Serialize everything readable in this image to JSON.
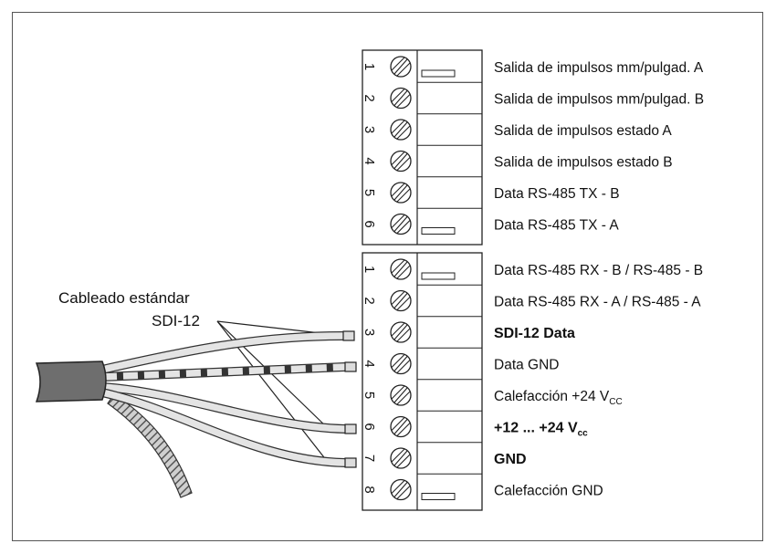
{
  "cable_label": {
    "line1": "Cableado estándar",
    "line2": "SDI-12"
  },
  "upper_block": {
    "terminals": [
      {
        "num": "1",
        "label": "Salida de impulsos mm/pulgad. A",
        "bold": false
      },
      {
        "num": "2",
        "label": "Salida de impulsos mm/pulgad. B",
        "bold": false
      },
      {
        "num": "3",
        "label": "Salida de impulsos estado A",
        "bold": false
      },
      {
        "num": "4",
        "label": "Salida de impulsos estado B",
        "bold": false
      },
      {
        "num": "5",
        "label": "Data RS-485 TX - B",
        "bold": false
      },
      {
        "num": "6",
        "label": "Data RS-485 TX - A",
        "bold": false
      }
    ]
  },
  "lower_block": {
    "terminals": [
      {
        "num": "1",
        "label": "Data RS-485 RX - B / RS-485 - B",
        "bold": false
      },
      {
        "num": "2",
        "label": "Data RS-485 RX - A / RS-485 - A",
        "bold": false
      },
      {
        "num": "3",
        "label": "SDI-12 Data",
        "bold": true
      },
      {
        "num": "4",
        "label": "Data GND",
        "bold": false
      },
      {
        "num": "5",
        "label": "Calefacción +24 V",
        "sub": "CC",
        "bold": false
      },
      {
        "num": "6",
        "label": "+12 ... +24 V",
        "sub": "cc",
        "bold": true
      },
      {
        "num": "7",
        "label": "GND",
        "bold": true
      },
      {
        "num": "8",
        "label": "Calefacción GND",
        "bold": false
      }
    ]
  },
  "colors": {
    "line": "#222222",
    "wire_fill": "#e4e4e4",
    "cable_jacket": "#6e6e6e",
    "shield": "#8a8a8a"
  }
}
